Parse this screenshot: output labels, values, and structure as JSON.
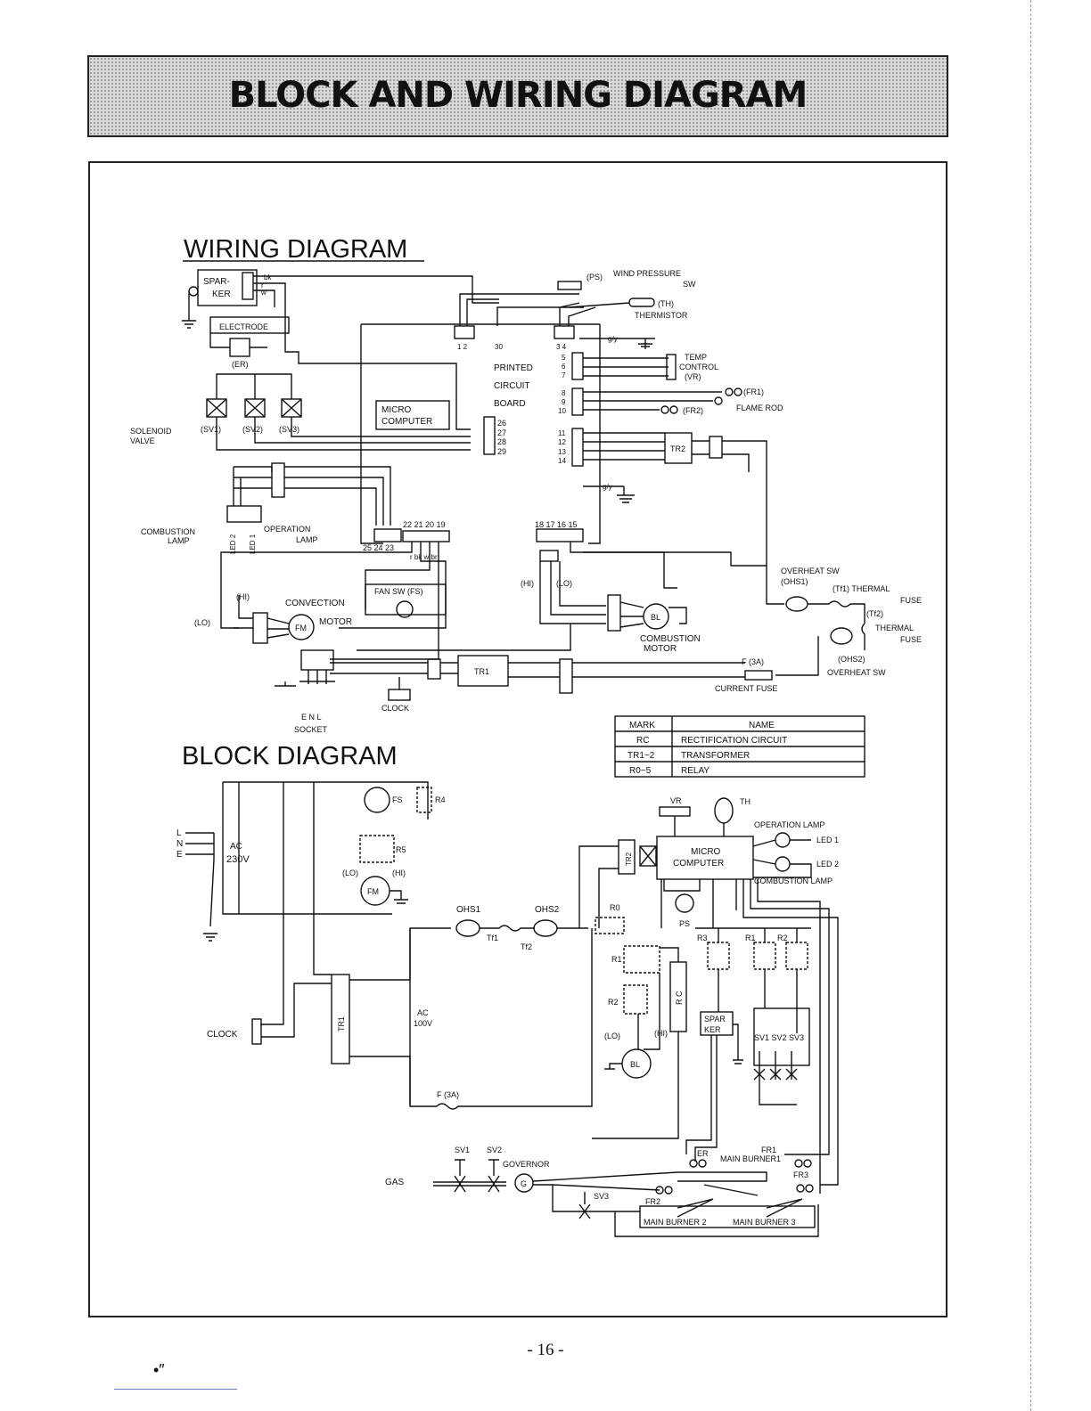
{
  "page": {
    "title": "BLOCK AND WIRING DIAGRAM",
    "page_number": "- 16 -",
    "mark": "•″"
  },
  "wiring": {
    "heading": "WIRING DIAGRAM",
    "labels": {
      "sparker_1": "SPAR-",
      "sparker_2": "KER",
      "electrode": "ELECTRODE",
      "er": "(ER)",
      "ps": "(PS)",
      "wind_pressure": "WIND PRESSURE",
      "sw": "SW",
      "th": "(TH)",
      "thermistor": "THERMISTOR",
      "pcb_1": "PRINTED",
      "pcb_2": "CIRCUIT",
      "pcb_3": "BOARD",
      "micro_1": "MICRO",
      "micro_2": "COMPUTER",
      "temp_1": "TEMP",
      "temp_2": "CONTROL",
      "temp_3": "(VR)",
      "fr1": "(FR1)",
      "fr2": "(FR2)",
      "flame_rod": "FLAME ROD",
      "tr2": "TR2",
      "solenoid_1": "SOLENOID",
      "solenoid_2": "VALVE",
      "sv1": "(SV1)",
      "sv2": "(SV2)",
      "sv3": "(SV3)",
      "combustion_lamp_1": "COMBUSTION",
      "combustion_lamp_2": "LAMP",
      "operation_lamp_1": "OPERATION",
      "operation_lamp_2": "LAMP",
      "led2": "LED 2",
      "led1": "LED 1",
      "overheat_sw": "OVERHEAT SW",
      "ohs1": "(OHS1)",
      "thermal_fuse_1": "(Tf1) THERMAL",
      "fuse": "FUSE",
      "tf2": "(Tf2)",
      "thermal": "THERMAL",
      "ohs2": "(OHS2)",
      "hi": "(HI)",
      "lo": "(LO)",
      "convection_1": "CONVECTION",
      "convection_2": "MOTOR",
      "fan_sw": "FAN SW (FS)",
      "fm": "FM",
      "bl": "BL",
      "combustion_motor_1": "COMBUSTION",
      "combustion_motor_2": "MOTOR",
      "f3a": "F (3A)",
      "current_fuse": "CURRENT FUSE",
      "tr1": "TR1",
      "clock": "CLOCK",
      "enl": "E N L",
      "socket": "SOCKET",
      "pins_a": "1 2",
      "pin_30": "30",
      "pins_b": "3 4",
      "pins_26": "26",
      "pins_27": "27",
      "pins_28": "28",
      "pins_29": "29",
      "pins_22": "22 21 20 19",
      "pins_25": "25 24 23",
      "pins_18": "18 17 16 15"
    }
  },
  "table": {
    "header_mark": "MARK",
    "header_name": "NAME",
    "rows": [
      {
        "mark": "RC",
        "name": "RECTIFICATION CIRCUIT"
      },
      {
        "mark": "TR1~2",
        "name": "TRANSFORMER"
      },
      {
        "mark": "R0~5",
        "name": "RELAY"
      }
    ]
  },
  "block": {
    "heading": "BLOCK DIAGRAM",
    "labels": {
      "ac230": "AC",
      "v230": "230V",
      "fs": "FS",
      "r4": "R4",
      "r5": "R5",
      "lo": "(LO)",
      "hi": "(HI)",
      "fm": "FM",
      "vr": "VR",
      "th": "TH",
      "operation_lamp": "OPERATION LAMP",
      "led1": "LED 1",
      "led2": "LED 2",
      "combustion_lamp": "COMBUSTION LAMP",
      "micro_1": "MICRO",
      "micro_2": "COMPUTER",
      "tr2": "TR2",
      "ps": "PS",
      "ohs1": "OHS1",
      "ohs2": "OHS2",
      "tf1": "Tf1",
      "tf2": "Tf2",
      "r0": "R0",
      "r1": "R1",
      "r2": "R2",
      "r3": "R3",
      "rc": "R C",
      "ac100": "AC",
      "v100": "100V",
      "tr1": "TR1",
      "clock": "CLOCK",
      "sparker_1": "SPAR",
      "sparker_2": "KER",
      "sv_row": "SV1 SV2 SV3",
      "bl": "BL",
      "f3a": "F (3A)",
      "sv1": "SV1",
      "sv2": "SV2",
      "sv3": "SV3",
      "governor": "GOVERNOR",
      "gas": "GAS",
      "g": "G",
      "er": "ER",
      "fr1": "FR1",
      "fr2": "FR2",
      "fr3": "FR3",
      "main_burner1": "MAIN BURNER1",
      "main_burner2": "MAIN BURNER 2",
      "main_burner3": "MAIN BURNER 3"
    }
  }
}
